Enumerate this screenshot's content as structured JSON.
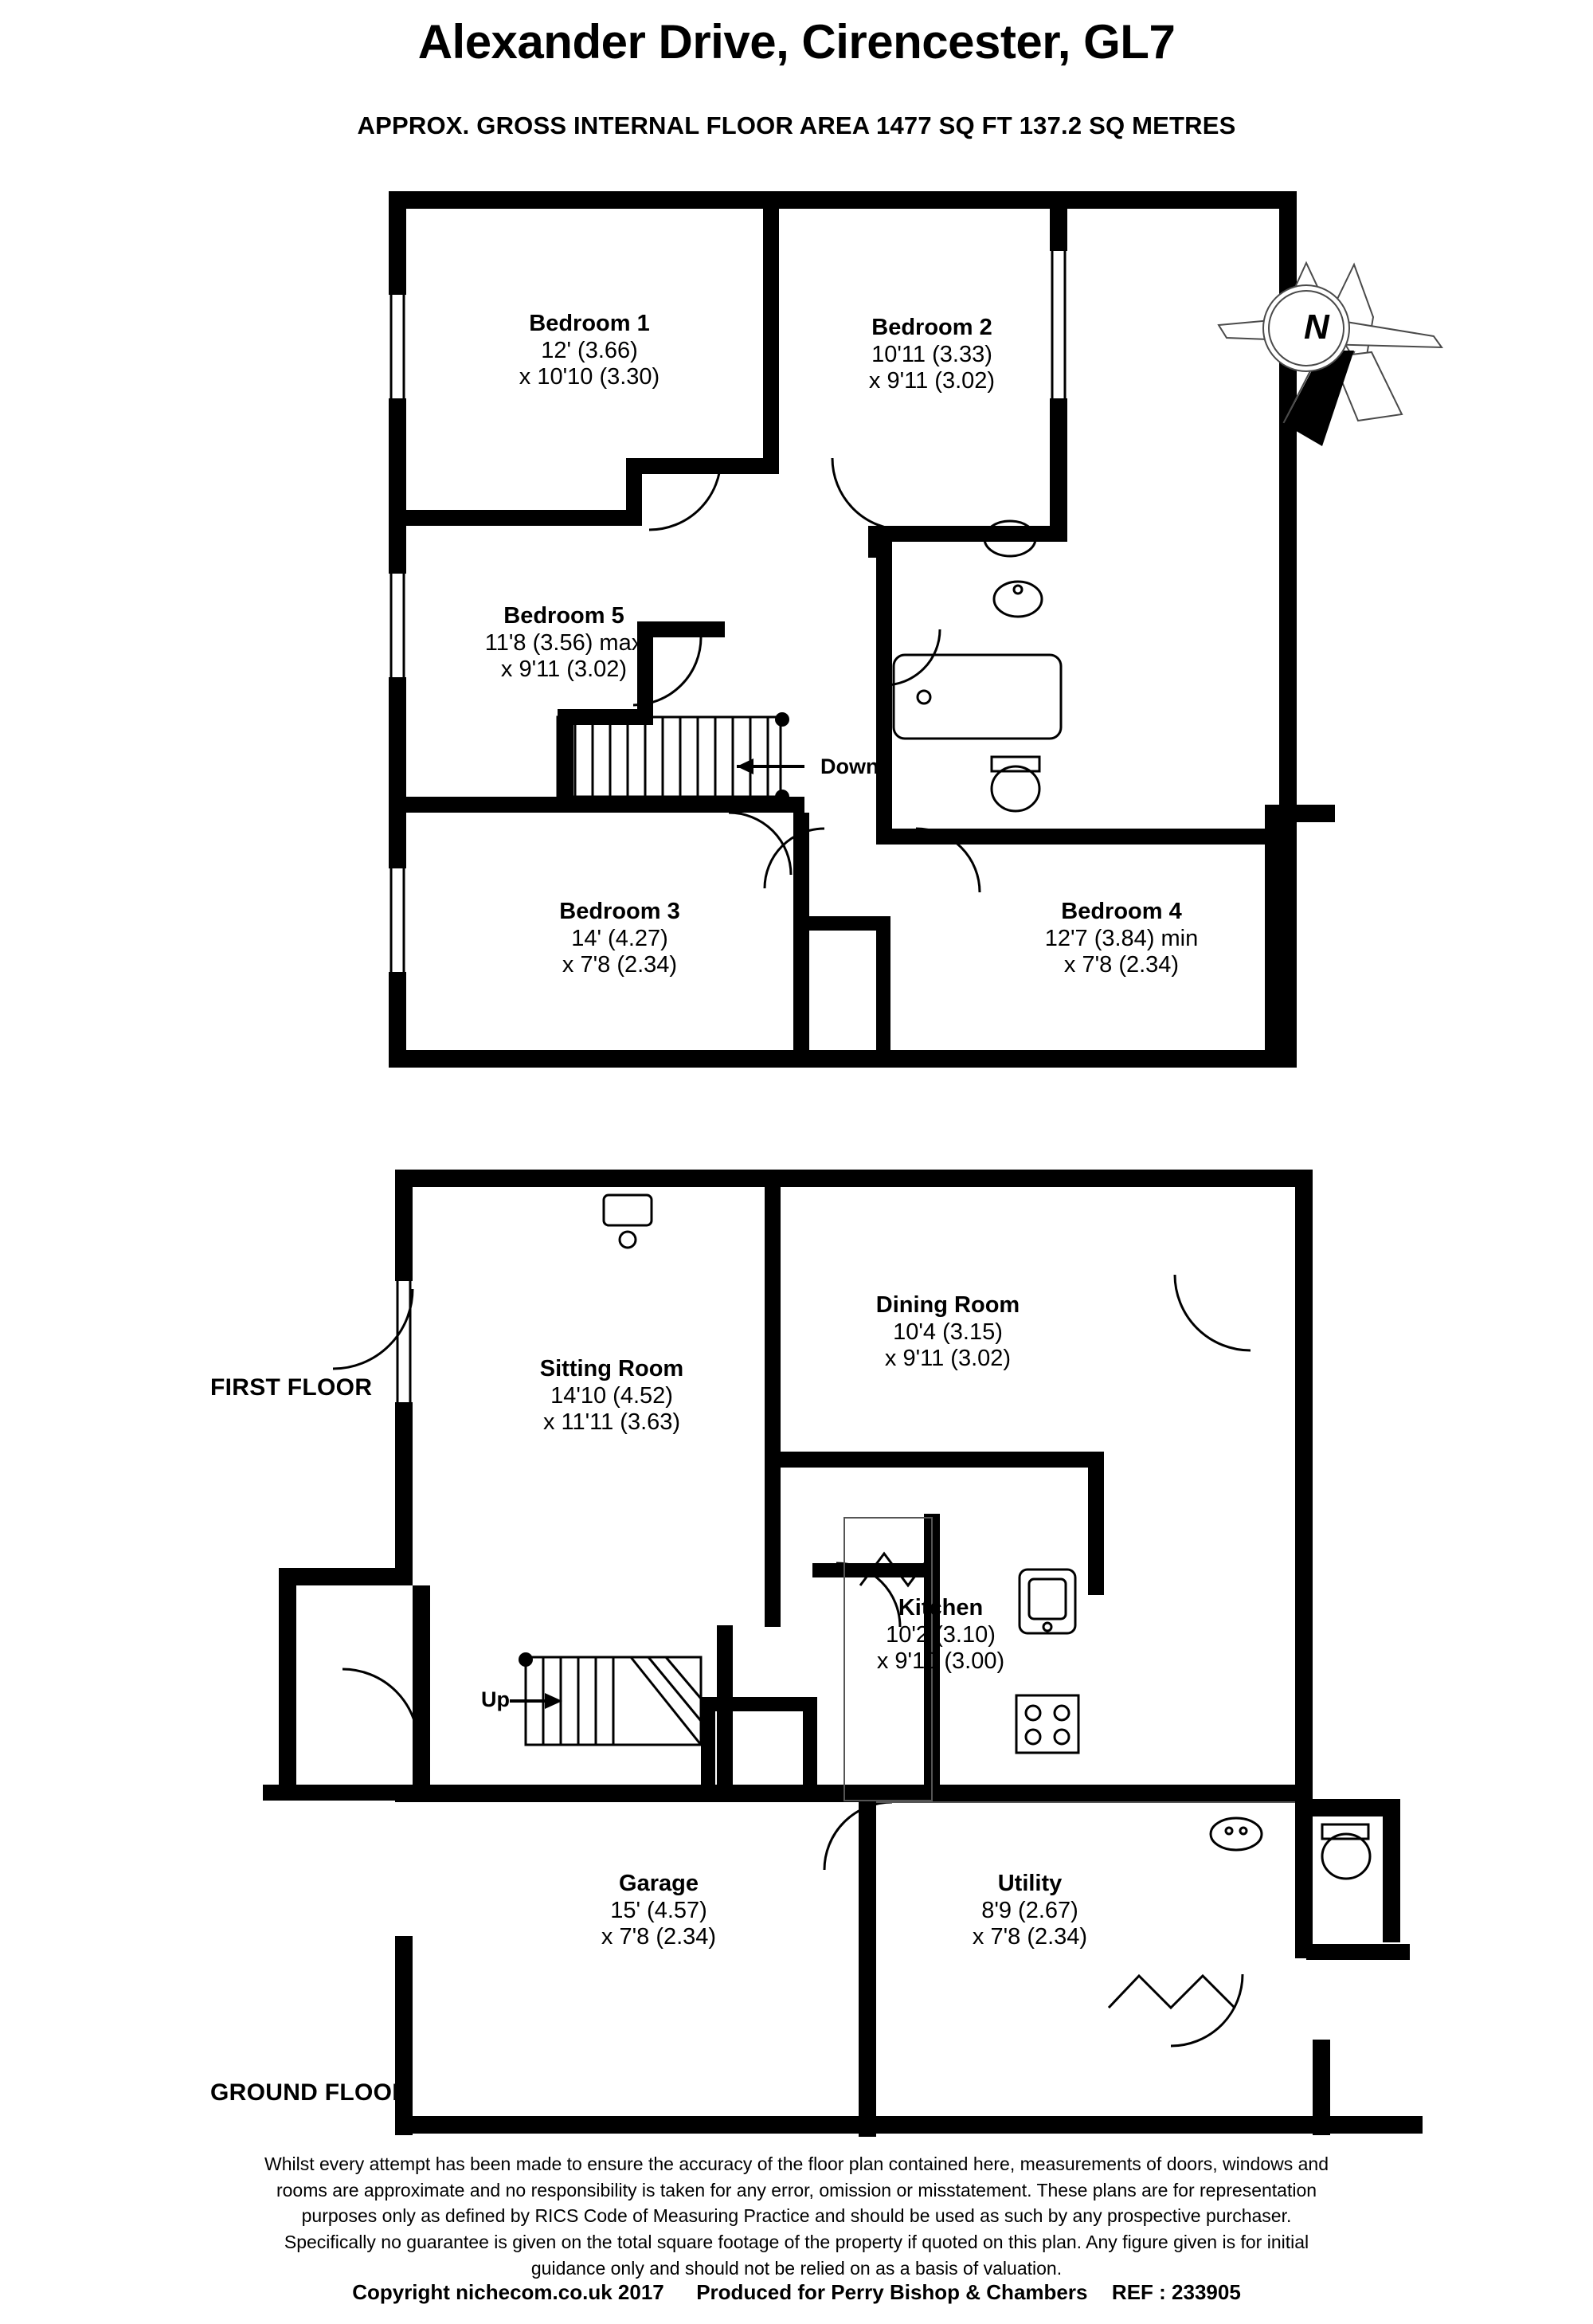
{
  "header": {
    "title": "Alexander Drive, Cirencester, GL7",
    "subtitle": "APPROX. GROSS INTERNAL FLOOR AREA 1477 SQ FT 137.2 SQ METRES"
  },
  "floors": [
    {
      "id": "first",
      "caption": "FIRST FLOOR"
    },
    {
      "id": "ground",
      "caption": "GROUND FLOOR"
    }
  ],
  "compass": {
    "label": "N",
    "name": "north-arrow"
  },
  "first_floor": {
    "rooms": [
      {
        "name": "Bedroom 1",
        "dim1": "12' (3.66)",
        "dim2": "x 10'10 (3.30)"
      },
      {
        "name": "Bedroom 2",
        "dim1": "10'11 (3.33)",
        "dim2": "x 9'11 (3.02)"
      },
      {
        "name": "Bedroom 5",
        "dim1": "11'8 (3.56) max",
        "dim2": "x 9'11 (3.02)"
      },
      {
        "name": "Bedroom 3",
        "dim1": "14' (4.27)",
        "dim2": "x 7'8 (2.34)"
      },
      {
        "name": "Bedroom 4",
        "dim1": "12'7 (3.84) min",
        "dim2": "x 7'8 (2.34)"
      }
    ],
    "stairs_label": "Down"
  },
  "ground_floor": {
    "rooms": [
      {
        "name": "Sitting Room",
        "dim1": "14'10 (4.52)",
        "dim2": "x 11'11 (3.63)"
      },
      {
        "name": "Dining Room",
        "dim1": "10'4 (3.15)",
        "dim2": "x 9'11 (3.02)"
      },
      {
        "name": "Kitchen",
        "dim1": "10'2 (3.10)",
        "dim2": "x 9'10 (3.00)"
      },
      {
        "name": "Garage",
        "dim1": "15' (4.57)",
        "dim2": "x 7'8 (2.34)"
      },
      {
        "name": "Utility",
        "dim1": "8'9 (2.67)",
        "dim2": "x 7'8 (2.34)"
      }
    ],
    "stairs_label": "Up"
  },
  "footer": {
    "disclaimer_lines": [
      "Whilst every attempt has been made to ensure the accuracy of the floor plan contained here, measurements of doors, windows and",
      "rooms are approximate and no responsibility is taken for any error, omission or misstatement. These plans are for representation",
      "purposes only as defined by RICS Code of Measuring Practice and should be used as such by any prospective purchaser.",
      "Specifically no guarantee is given on the total square footage of the property if quoted on this plan. Any figure given is for initial",
      "guidance only and should not be relied on as a basis of valuation."
    ],
    "copyright": "Copyright nichecom.co.uk 2017",
    "produced_for": "Produced for Perry Bishop & Chambers",
    "ref": "REF :  233905"
  },
  "colors": {
    "wall": "#000000",
    "background": "#ffffff",
    "thin_line": "#2b2b2b"
  }
}
